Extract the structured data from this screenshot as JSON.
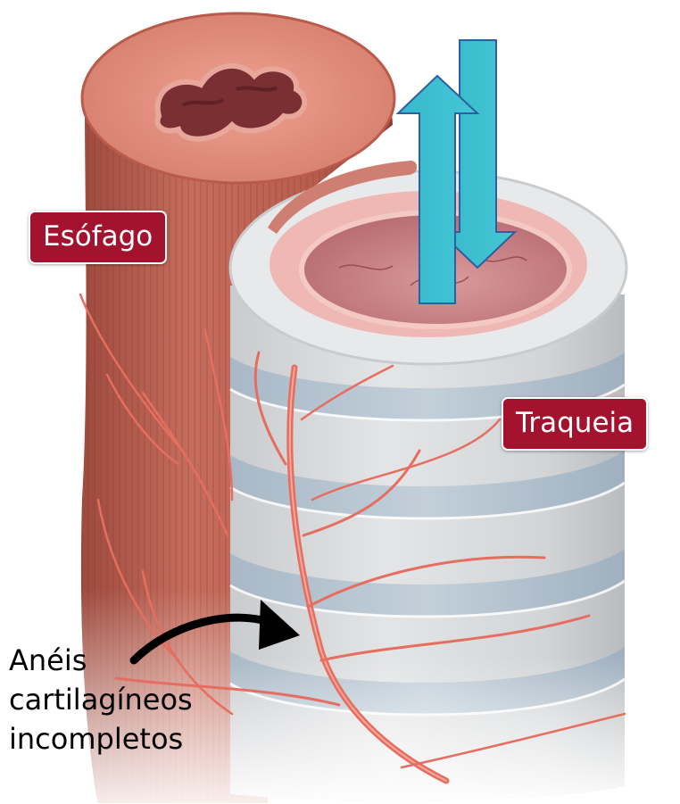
{
  "labels": {
    "esofago": "Esófago",
    "traqueia": "Traqueia"
  },
  "caption": {
    "line1": "Anéis",
    "line2": "cartilagíneos",
    "line3": "incompletos"
  },
  "colors": {
    "label_background": "#a3132e",
    "arrow_fill": "#3bbfce",
    "arrow_stroke": "#2e5f9e",
    "esophagus_muscle": "#c46a5a",
    "trachea_cartilage": "#dcdcdc",
    "annotation_arrow": "#000000"
  },
  "icons": {
    "flow_arrows": "bidirectional-vertical-arrows",
    "annotation_arrow": "curved-pointer-arrow"
  }
}
